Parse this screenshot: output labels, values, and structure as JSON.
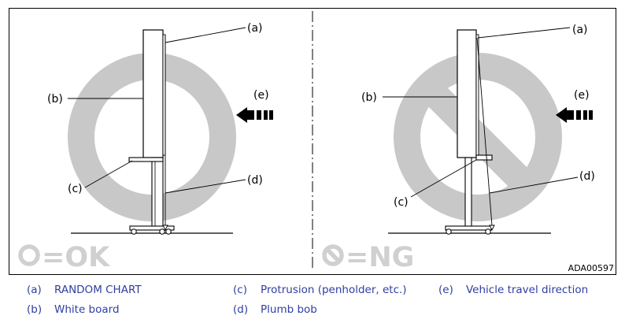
{
  "panels": {
    "ok": {
      "callouts": {
        "a": "(a)",
        "b": "(b)",
        "c": "(c)",
        "d": "(d)",
        "e": "(e)"
      },
      "status_text": "=OK",
      "status_symbol": "circle-symbol"
    },
    "ng": {
      "callouts": {
        "a": "(a)",
        "b": "(b)",
        "c": "(c)",
        "d": "(d)",
        "e": "(e)"
      },
      "status_text": "=NG",
      "status_symbol": "prohibited-symbol"
    }
  },
  "figure_id": "ADA00597",
  "legend": [
    {
      "key": "(a)",
      "label": "RANDOM CHART"
    },
    {
      "key": "(b)",
      "label": "White board"
    },
    {
      "key": "(c)",
      "label": "Protrusion (penholder, etc.)"
    },
    {
      "key": "(d)",
      "label": "Plumb bob"
    },
    {
      "key": "(e)",
      "label": "Vehicle travel direction"
    }
  ],
  "colors": {
    "watermark": "#c8c8c8",
    "status_text": "#d0d0d0",
    "legend_text": "#2f3fa0",
    "line": "#000000"
  },
  "icons": [
    "vehicle-direction-arrow-icon",
    "circle-symbol",
    "prohibited-symbol"
  ]
}
